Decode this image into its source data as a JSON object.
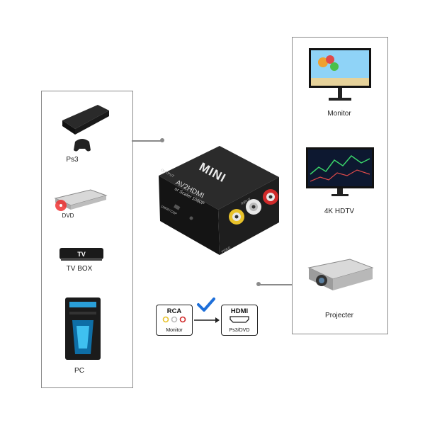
{
  "source_devices": [
    {
      "label": "Ps3",
      "icon": "ps3-console-icon"
    },
    {
      "label": "DVD",
      "icon": "dvd-player-icon"
    },
    {
      "label": "TV BOX",
      "icon": "tv-box-icon"
    },
    {
      "label": "PC",
      "icon": "pc-tower-icon"
    }
  ],
  "output_devices": [
    {
      "label": "Monitor",
      "icon": "monitor-icon"
    },
    {
      "label": "4K HDTV",
      "icon": "hdtv-icon"
    },
    {
      "label": "Projecter",
      "icon": "projector-icon"
    }
  ],
  "converter": {
    "brand": "MINI",
    "model": "AV2HDMI",
    "scaler": "or Scaler 1080P",
    "output_label": "OUTPUT",
    "input_label": "INPUT",
    "mode_label": "1080P/720P",
    "video_label": "VIDEO"
  },
  "rca_badge": {
    "title": "RCA",
    "sub": "Monitor"
  },
  "hdmi_badge": {
    "title": "HDMI",
    "sub": "Ps3/DVD"
  },
  "colors": {
    "check": "#1e6fd9",
    "panel_border": "#8a8a8a",
    "box": "#1c1c1c"
  }
}
